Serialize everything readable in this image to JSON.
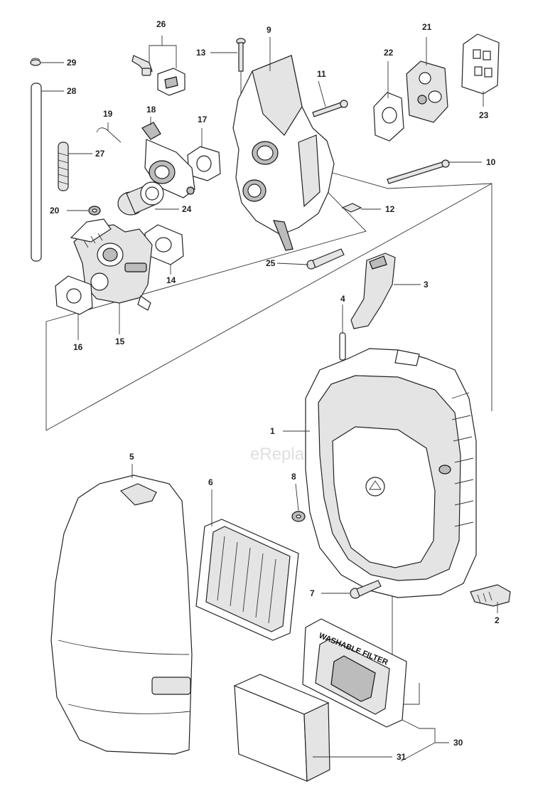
{
  "watermark": "eReplacementParts.com",
  "filter_text": "WASHABLE FILTER",
  "callouts": {
    "p1": "1",
    "p2": "2",
    "p3": "3",
    "p4": "4",
    "p5": "5",
    "p6": "6",
    "p7": "7",
    "p8": "8",
    "p9": "9",
    "p10": "10",
    "p11": "11",
    "p12": "12",
    "p13": "13",
    "p14": "14",
    "p15": "15",
    "p16": "16",
    "p17": "17",
    "p18": "18",
    "p19": "19",
    "p20": "20",
    "p21": "21",
    "p22": "22",
    "p23": "23",
    "p24": "24",
    "p25": "25",
    "p26": "26",
    "p27": "27",
    "p28": "28",
    "p29": "29",
    "p30": "30",
    "p31": "31"
  }
}
